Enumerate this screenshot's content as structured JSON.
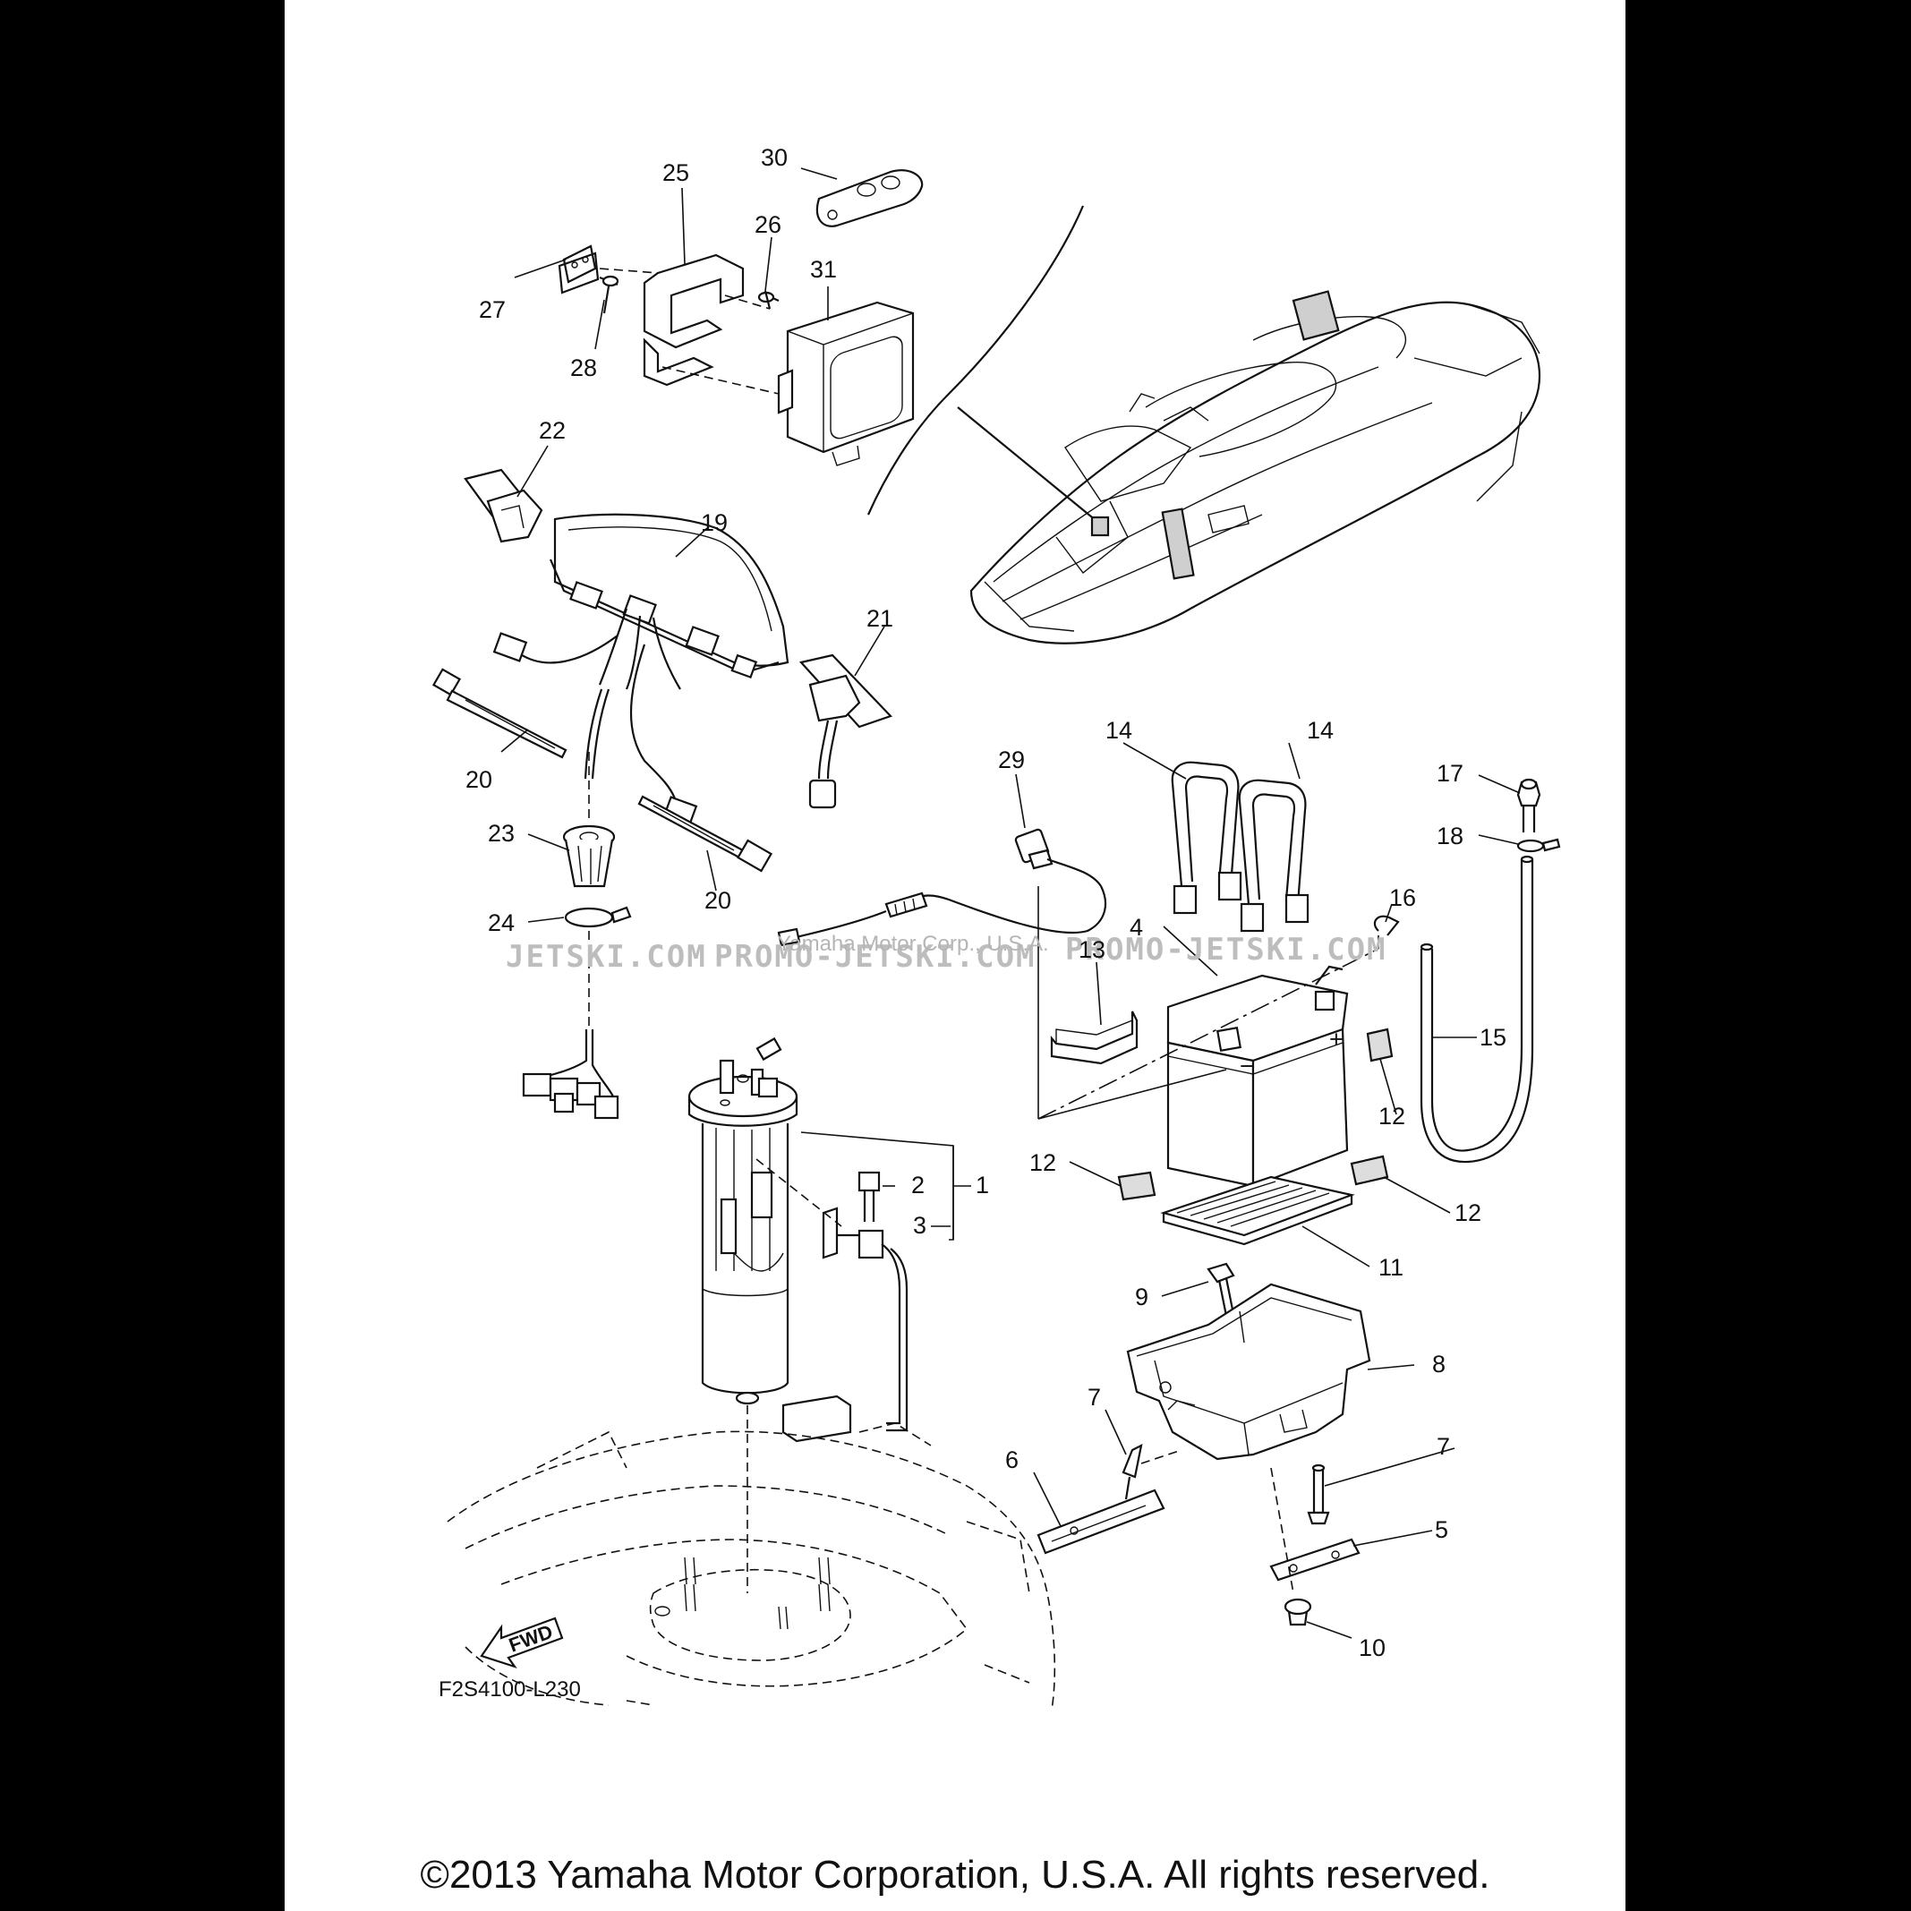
{
  "callouts": [
    {
      "id": "c30",
      "text": "30"
    },
    {
      "id": "c25",
      "text": "25"
    },
    {
      "id": "c26",
      "text": "26"
    },
    {
      "id": "c31",
      "text": "31"
    },
    {
      "id": "c27",
      "text": "27"
    },
    {
      "id": "c28",
      "text": "28"
    },
    {
      "id": "c22",
      "text": "22"
    },
    {
      "id": "c19",
      "text": "19"
    },
    {
      "id": "c21",
      "text": "21"
    },
    {
      "id": "c20a",
      "text": "20"
    },
    {
      "id": "c20b",
      "text": "20"
    },
    {
      "id": "c23",
      "text": "23"
    },
    {
      "id": "c24",
      "text": "24"
    },
    {
      "id": "c29",
      "text": "29"
    },
    {
      "id": "c14a",
      "text": "14"
    },
    {
      "id": "c14b",
      "text": "14"
    },
    {
      "id": "c17",
      "text": "17"
    },
    {
      "id": "c18",
      "text": "18"
    },
    {
      "id": "c16",
      "text": "16"
    },
    {
      "id": "c4",
      "text": "4"
    },
    {
      "id": "c13",
      "text": "13"
    },
    {
      "id": "c15",
      "text": "15"
    },
    {
      "id": "c12a",
      "text": "12"
    },
    {
      "id": "c12b",
      "text": "12"
    },
    {
      "id": "c12c",
      "text": "12"
    },
    {
      "id": "c2",
      "text": "2"
    },
    {
      "id": "c1",
      "text": "1"
    },
    {
      "id": "c3",
      "text": "3"
    },
    {
      "id": "c11",
      "text": "11"
    },
    {
      "id": "c9",
      "text": "9"
    },
    {
      "id": "c8",
      "text": "8"
    },
    {
      "id": "c7a",
      "text": "7"
    },
    {
      "id": "c7b",
      "text": "7"
    },
    {
      "id": "c6",
      "text": "6"
    },
    {
      "id": "c5",
      "text": "5"
    },
    {
      "id": "c10",
      "text": "10"
    }
  ],
  "fwd_label": "FWD",
  "reference_code": "F2S4100-L230",
  "battery_plus": "+",
  "battery_minus": "−",
  "watermarks": {
    "left": "JETSKI.COM",
    "middle": "PROMO-JETSKI.COM",
    "right": "PROMO-JETSKI.COM",
    "overlay": "Yamaha Motor Corp., U.S.A."
  },
  "copyright": "©2013 Yamaha Motor Corporation, U.S.A. All rights reserved.",
  "colors": {
    "sheet": "#ffffff",
    "frame": "#000000",
    "ink": "#111111",
    "watermark": "#bdbdbd"
  }
}
